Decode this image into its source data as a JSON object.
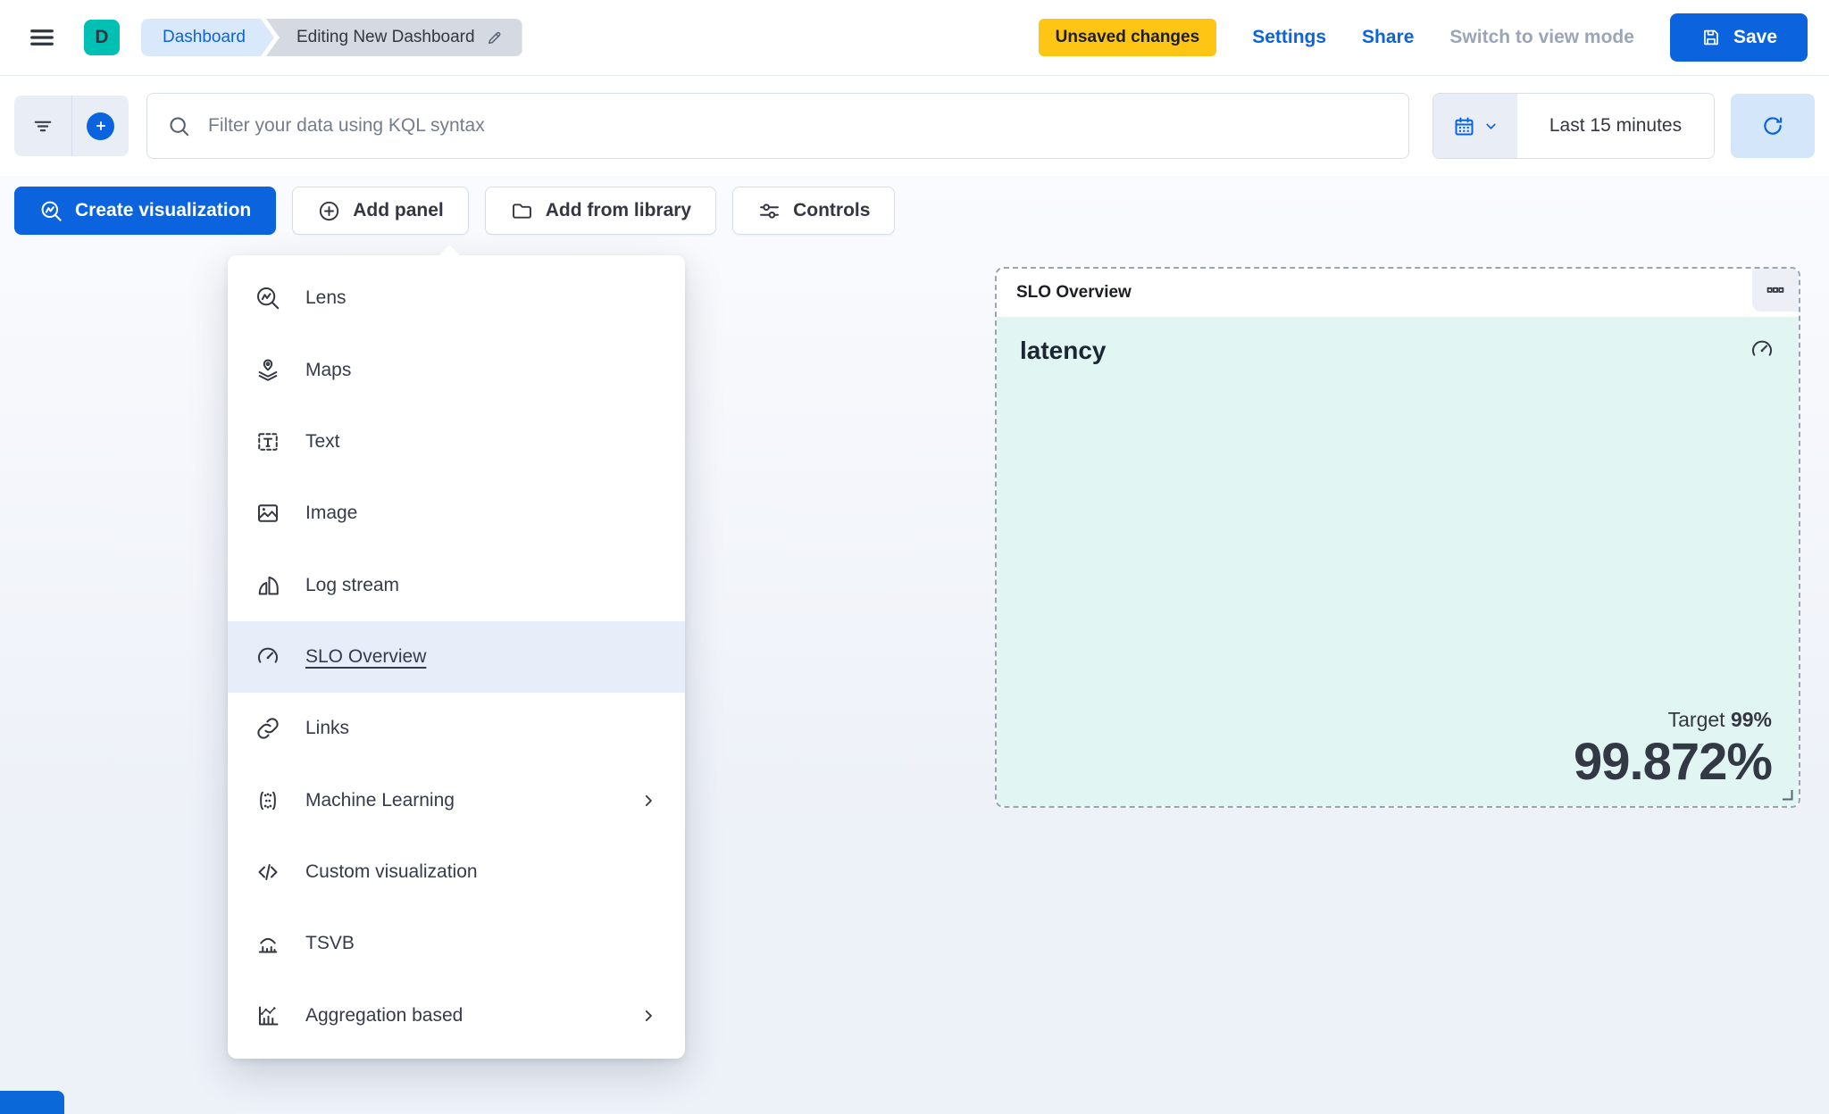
{
  "colors": {
    "primary_blue": "#0b64dd",
    "avatar_teal": "#00bfb3",
    "warning_yellow": "#fec514",
    "panel_mint": "#e1f6f2",
    "text_dark": "#343741",
    "disabled_gray": "#9aa5b8"
  },
  "header": {
    "avatar_initial": "D",
    "breadcrumb_dashboard": "Dashboard",
    "breadcrumb_current": "Editing New Dashboard",
    "unsaved_badge": "Unsaved changes",
    "settings_label": "Settings",
    "share_label": "Share",
    "switch_view_label": "Switch to view mode",
    "save_label": "Save"
  },
  "query_bar": {
    "kql_placeholder": "Filter your data using KQL syntax",
    "time_range": "Last 15 minutes"
  },
  "toolbar": {
    "create_visualization_label": "Create visualization",
    "add_panel_label": "Add panel",
    "add_from_library_label": "Add from library",
    "controls_label": "Controls"
  },
  "add_panel_menu": {
    "items": [
      {
        "label": "Lens",
        "icon": "lens-icon"
      },
      {
        "label": "Maps",
        "icon": "maps-icon"
      },
      {
        "label": "Text",
        "icon": "text-icon"
      },
      {
        "label": "Image",
        "icon": "image-icon"
      },
      {
        "label": "Log stream",
        "icon": "log-stream-icon"
      },
      {
        "label": "SLO Overview",
        "icon": "slo-overview-icon",
        "active": true
      },
      {
        "label": "Links",
        "icon": "links-icon"
      },
      {
        "label": "Machine Learning",
        "icon": "machine-learning-icon",
        "has_submenu": true
      },
      {
        "label": "Custom visualization",
        "icon": "custom-visualization-icon"
      },
      {
        "label": "TSVB",
        "icon": "tsvb-icon"
      },
      {
        "label": "Aggregation based",
        "icon": "aggregation-based-icon",
        "has_submenu": true
      }
    ]
  },
  "slo_panel": {
    "title": "SLO Overview",
    "metric_name": "latency",
    "target_label": "Target",
    "target_value": "99%",
    "value": "99.872%"
  }
}
